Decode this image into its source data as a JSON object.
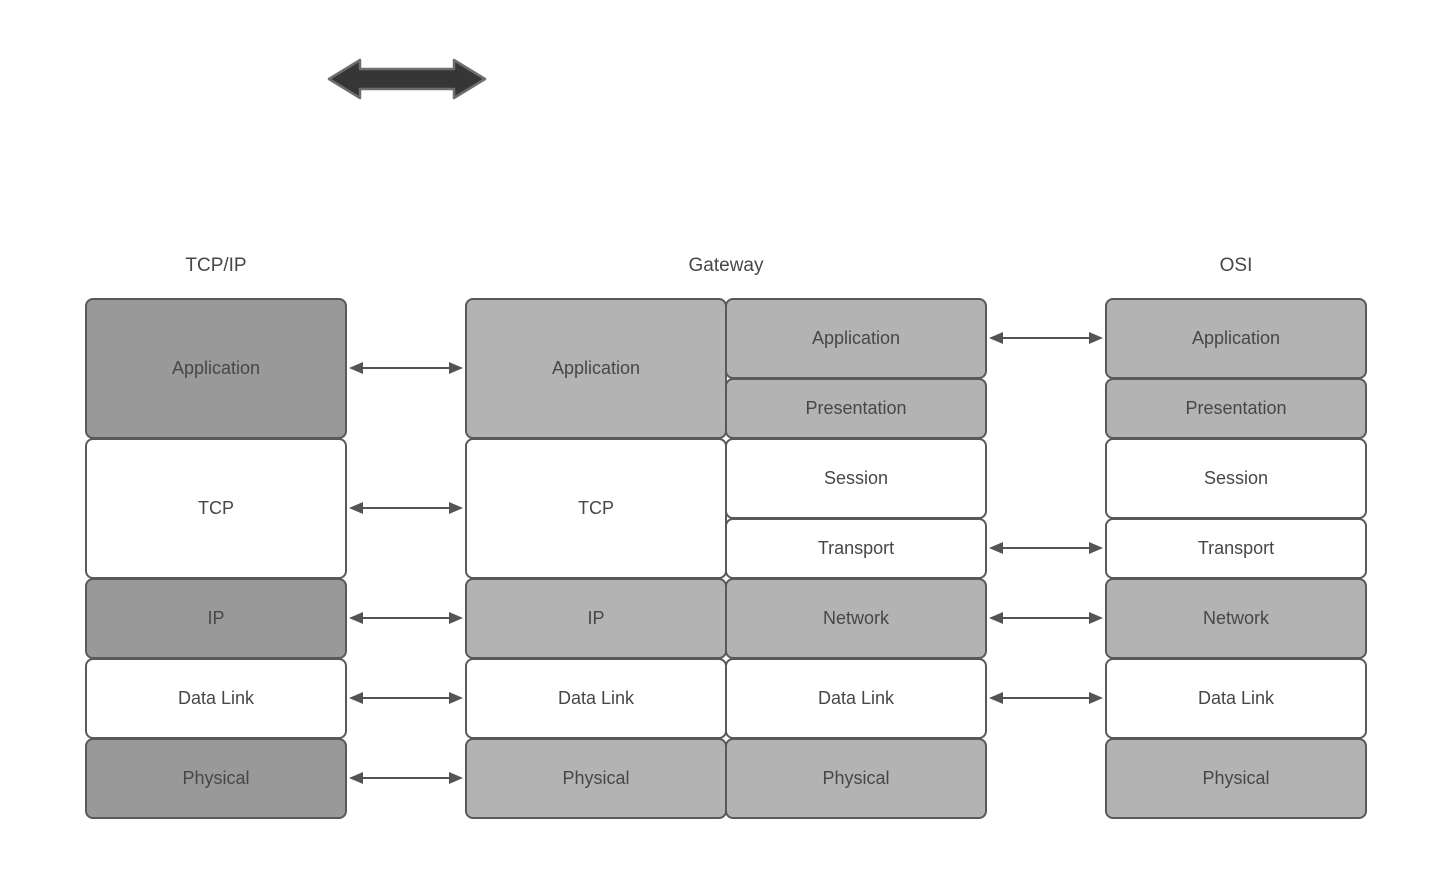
{
  "headers": {
    "tcpip": "TCP/IP",
    "gateway": "Gateway",
    "osi": "OSI"
  },
  "columns": {
    "tcpip": {
      "layers": [
        {
          "label": "Application",
          "fill": "dark"
        },
        {
          "label": "TCP",
          "fill": "white"
        },
        {
          "label": "IP",
          "fill": "dark"
        },
        {
          "label": "Data Link",
          "fill": "white"
        },
        {
          "label": "Physical",
          "fill": "dark"
        }
      ]
    },
    "gateway_tcpip": {
      "layers": [
        {
          "label": "Application",
          "fill": "light"
        },
        {
          "label": "TCP",
          "fill": "white"
        },
        {
          "label": "IP",
          "fill": "light"
        },
        {
          "label": "Data Link",
          "fill": "white"
        },
        {
          "label": "Physical",
          "fill": "light"
        }
      ]
    },
    "gateway_osi": {
      "layers": [
        {
          "label": "Application",
          "fill": "light"
        },
        {
          "label": "Presentation",
          "fill": "light"
        },
        {
          "label": "Session",
          "fill": "white"
        },
        {
          "label": "Transport",
          "fill": "white"
        },
        {
          "label": "Network",
          "fill": "light"
        },
        {
          "label": "Data Link",
          "fill": "white"
        },
        {
          "label": "Physical",
          "fill": "light"
        }
      ]
    },
    "osi": {
      "layers": [
        {
          "label": "Application",
          "fill": "light"
        },
        {
          "label": "Presentation",
          "fill": "light"
        },
        {
          "label": "Session",
          "fill": "white"
        },
        {
          "label": "Transport",
          "fill": "white"
        },
        {
          "label": "Network",
          "fill": "light"
        },
        {
          "label": "Data Link",
          "fill": "white"
        },
        {
          "label": "Physical",
          "fill": "light"
        }
      ]
    }
  },
  "connections": {
    "tcpip_to_gateway": [
      "Application",
      "TCP",
      "IP",
      "Data Link",
      "Physical"
    ],
    "gateway_to_osi": [
      "Application",
      "Transport",
      "Network",
      "Data Link"
    ]
  },
  "colors": {
    "dark_gray_fill": "#999999",
    "light_gray_fill": "#b3b3b3",
    "white_fill": "#ffffff",
    "box_border": "#595959",
    "text": "#474747",
    "connector_arrow": "#545454",
    "thick_arrow_fill": "#363636",
    "thick_arrow_stroke": "#6e6e6e"
  }
}
